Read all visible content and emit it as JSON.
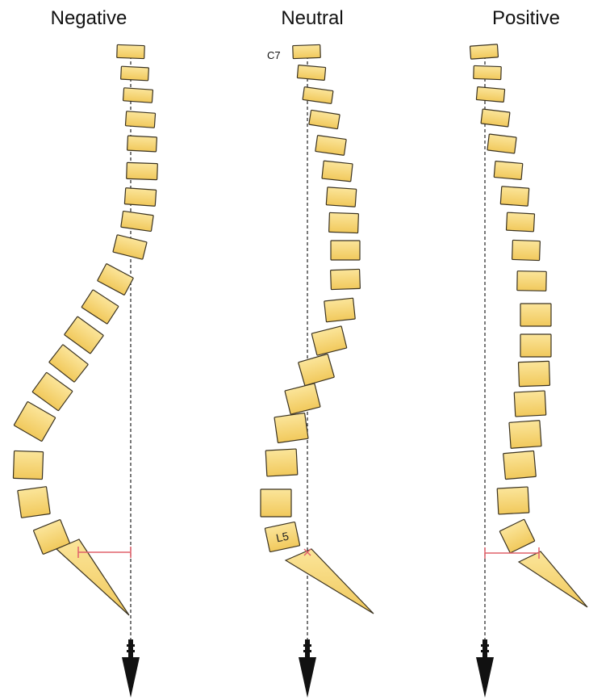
{
  "panels": [
    {
      "title": "Negative",
      "top_label": "",
      "bottom_label": ""
    },
    {
      "title": "Neutral",
      "top_label": "C7",
      "bottom_label": "L5"
    },
    {
      "title": "Positive",
      "top_label": "",
      "bottom_label": ""
    }
  ],
  "colors": {
    "vertebra_fill": "#f7d77a",
    "vertebra_stroke": "#3a3220",
    "vertebra_shadow": "#6e6150",
    "plumb_line": "#222222",
    "offset_line": "#e0606a",
    "plumb_bob": "#111111"
  }
}
